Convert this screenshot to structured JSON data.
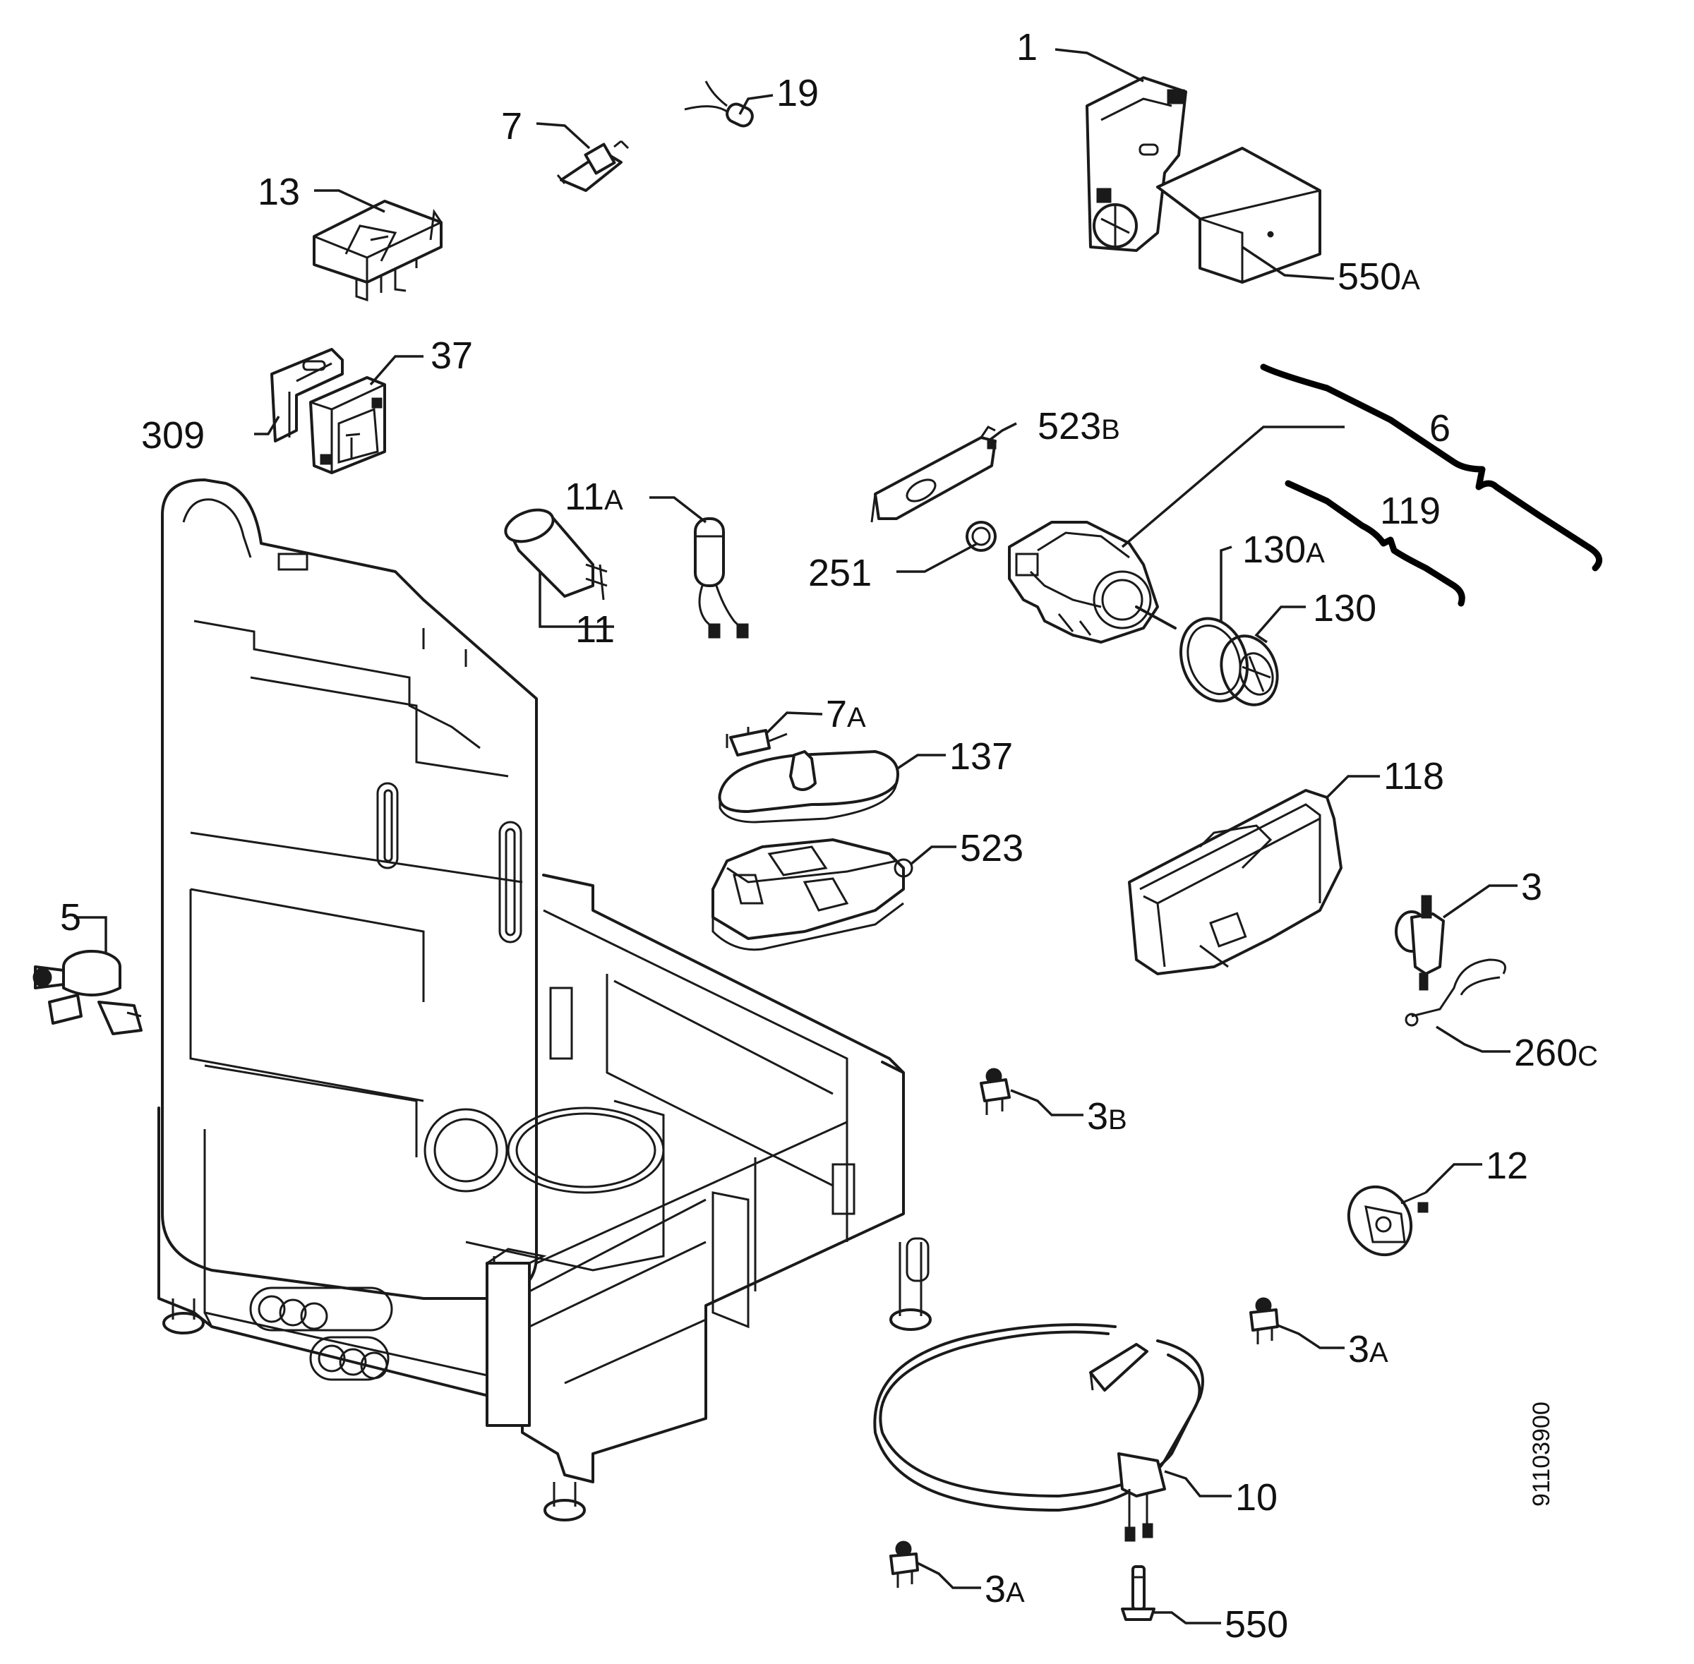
{
  "labels": {
    "p1": "1",
    "p19": "19",
    "p7": "7",
    "p13": "13",
    "p550a_num": "550",
    "p550a_sfx": "A",
    "p37": "37",
    "p309": "309",
    "p523b_num": "523",
    "p523b_sfx": "B",
    "p6": "6",
    "p11a_num": "11",
    "p11a_sfx": "A",
    "p119": "119",
    "p130a_num": "130",
    "p130a_sfx": "A",
    "p251": "251",
    "p130": "130",
    "p11": "11",
    "p7a_num": "7",
    "p7a_sfx": "A",
    "p137": "137",
    "p118": "118",
    "p523": "523",
    "p5": "5",
    "p3": "3",
    "p260c_num": "260",
    "p260c_sfx": "C",
    "p3b_num": "3",
    "p3b_sfx": "B",
    "p12": "12",
    "p3a_right_num": "3",
    "p3a_right_sfx": "A",
    "p10": "10",
    "p3a_bottom_num": "3",
    "p3a_bottom_sfx": "A",
    "p550": "550"
  },
  "drawing_code": "91103900",
  "icons": {
    "pump": "pump-motor-icon",
    "heater": "heating-element-icon",
    "tub": "dishwasher-tub-frame-icon"
  }
}
